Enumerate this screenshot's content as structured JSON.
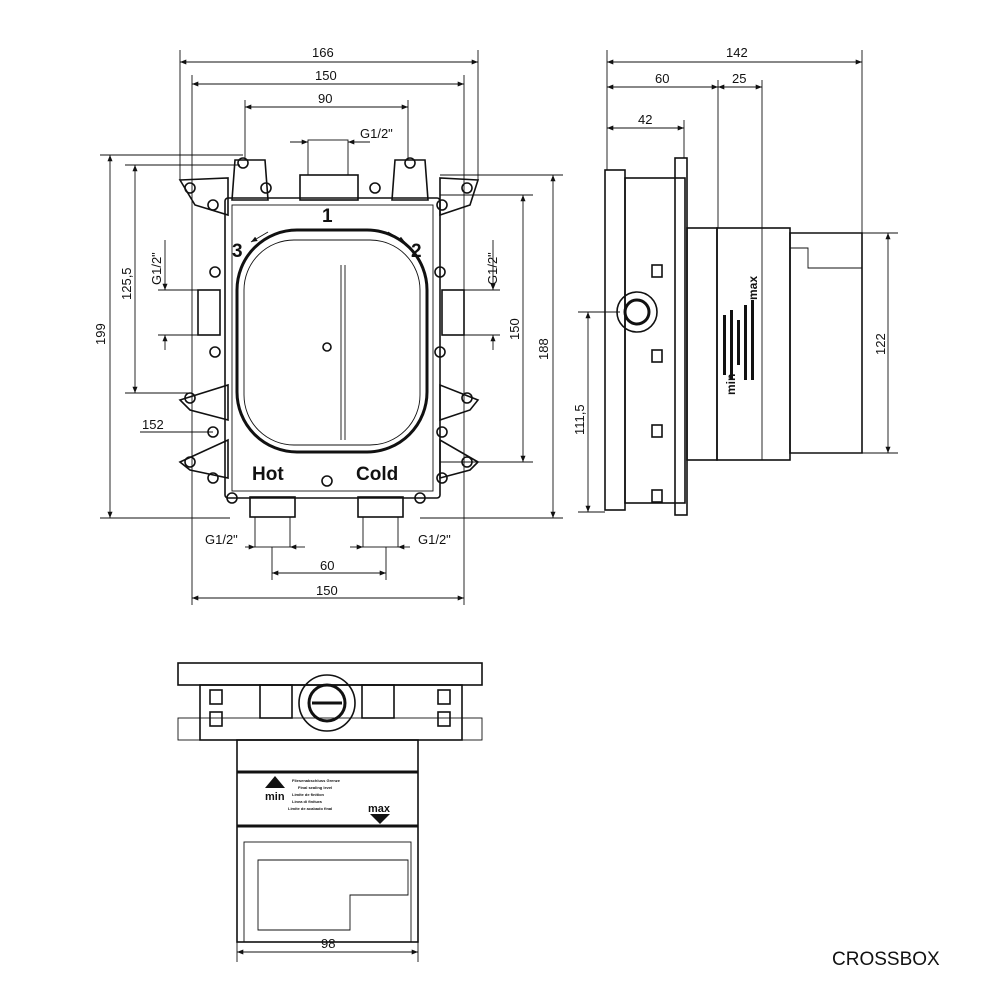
{
  "front_view": {
    "dims": {
      "overall_width": "166",
      "frame_width": "150",
      "mount_spacing": "90",
      "top_thread": "G1/2\"",
      "overall_height": "199",
      "side_height": "125,5",
      "left_thread": "G1/2\"",
      "left_offset": "152",
      "right_height": "188",
      "right_inner": "150",
      "right_thread": "G1/2\"",
      "bottom_thread_left": "G1/2\"",
      "bottom_thread_right": "G1/2\"",
      "inlet_spacing": "60",
      "bottom_width": "150"
    },
    "labels": {
      "outlet_1": "1",
      "outlet_2": "2",
      "outlet_3": "3",
      "hot": "Hot",
      "cold": "Cold"
    }
  },
  "side_view": {
    "dims": {
      "overall_depth": "142",
      "depth_60": "60",
      "depth_25": "25",
      "depth_42": "42",
      "cap_height": "122",
      "outlet_height": "111,5"
    },
    "labels": {
      "min": "min",
      "max": "max"
    }
  },
  "bottom_view": {
    "dims": {
      "width": "98"
    },
    "labels": {
      "min": "min",
      "max": "max",
      "sealing_lines": [
        "Fliesenabschluss Grenze",
        "Final sealing level",
        "Limite de finition",
        "Linea di finitura",
        "Limite de acabado final"
      ]
    }
  },
  "product_name": "CROSSBOX"
}
